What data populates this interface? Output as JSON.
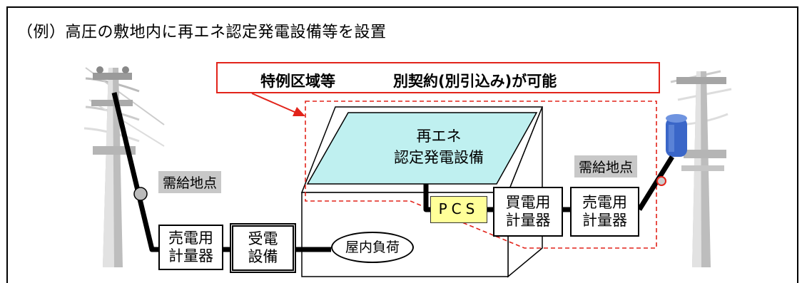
{
  "header": {
    "example_title": "（例）高圧の敷地内に再エネ認定発電設備等を設置"
  },
  "callout": {
    "special_zone": "特例区域等",
    "separate_contract": "別契約(別引込み)が可能"
  },
  "labels": {
    "supply_point_left": "需給地点",
    "supply_point_right": "需給地点"
  },
  "equipment": {
    "generator_line1": "再エネ",
    "generator_line2": "認定発電設備",
    "pcs": "PCS",
    "indoor_load": "屋内負荷",
    "receiving_line1": "受電",
    "receiving_line2": "設備",
    "sell_meter_left_line1": "売電用",
    "sell_meter_left_line2": "計量器",
    "buy_meter_line1": "買電用",
    "buy_meter_line2": "計量器",
    "sell_meter_right_line1": "売電用",
    "sell_meter_right_line2": "計量器"
  },
  "colors": {
    "callout_red": "#e2231a",
    "panel_fill": "#bff0f0",
    "pcs_fill": "#ffff99",
    "label_grey": "#c8c8c8",
    "transformer_blue": "#3a66c8"
  }
}
